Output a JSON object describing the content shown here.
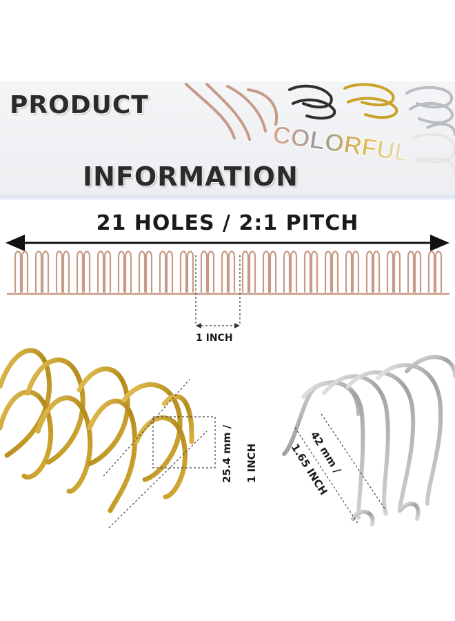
{
  "title": {
    "line1": "PRODUCT",
    "line2": "INFORMATION",
    "badge": "COLORFUL"
  },
  "pitch": {
    "label": "21 HOLES / 2:1 PITCH",
    "spacing": "1 INCH",
    "loops": 21
  },
  "gold_dimension": {
    "line1": "25.4 mm /",
    "line2": "1 INCH"
  },
  "silver_dimension": {
    "line1": "42 mm /",
    "line2": "1.65 INCH"
  },
  "colors": {
    "rose_gold": "#c79a86",
    "black": "#2e2e2e",
    "gold": "#c9a227",
    "silver": "#b9bcc0",
    "white": "#f2f2f2"
  }
}
